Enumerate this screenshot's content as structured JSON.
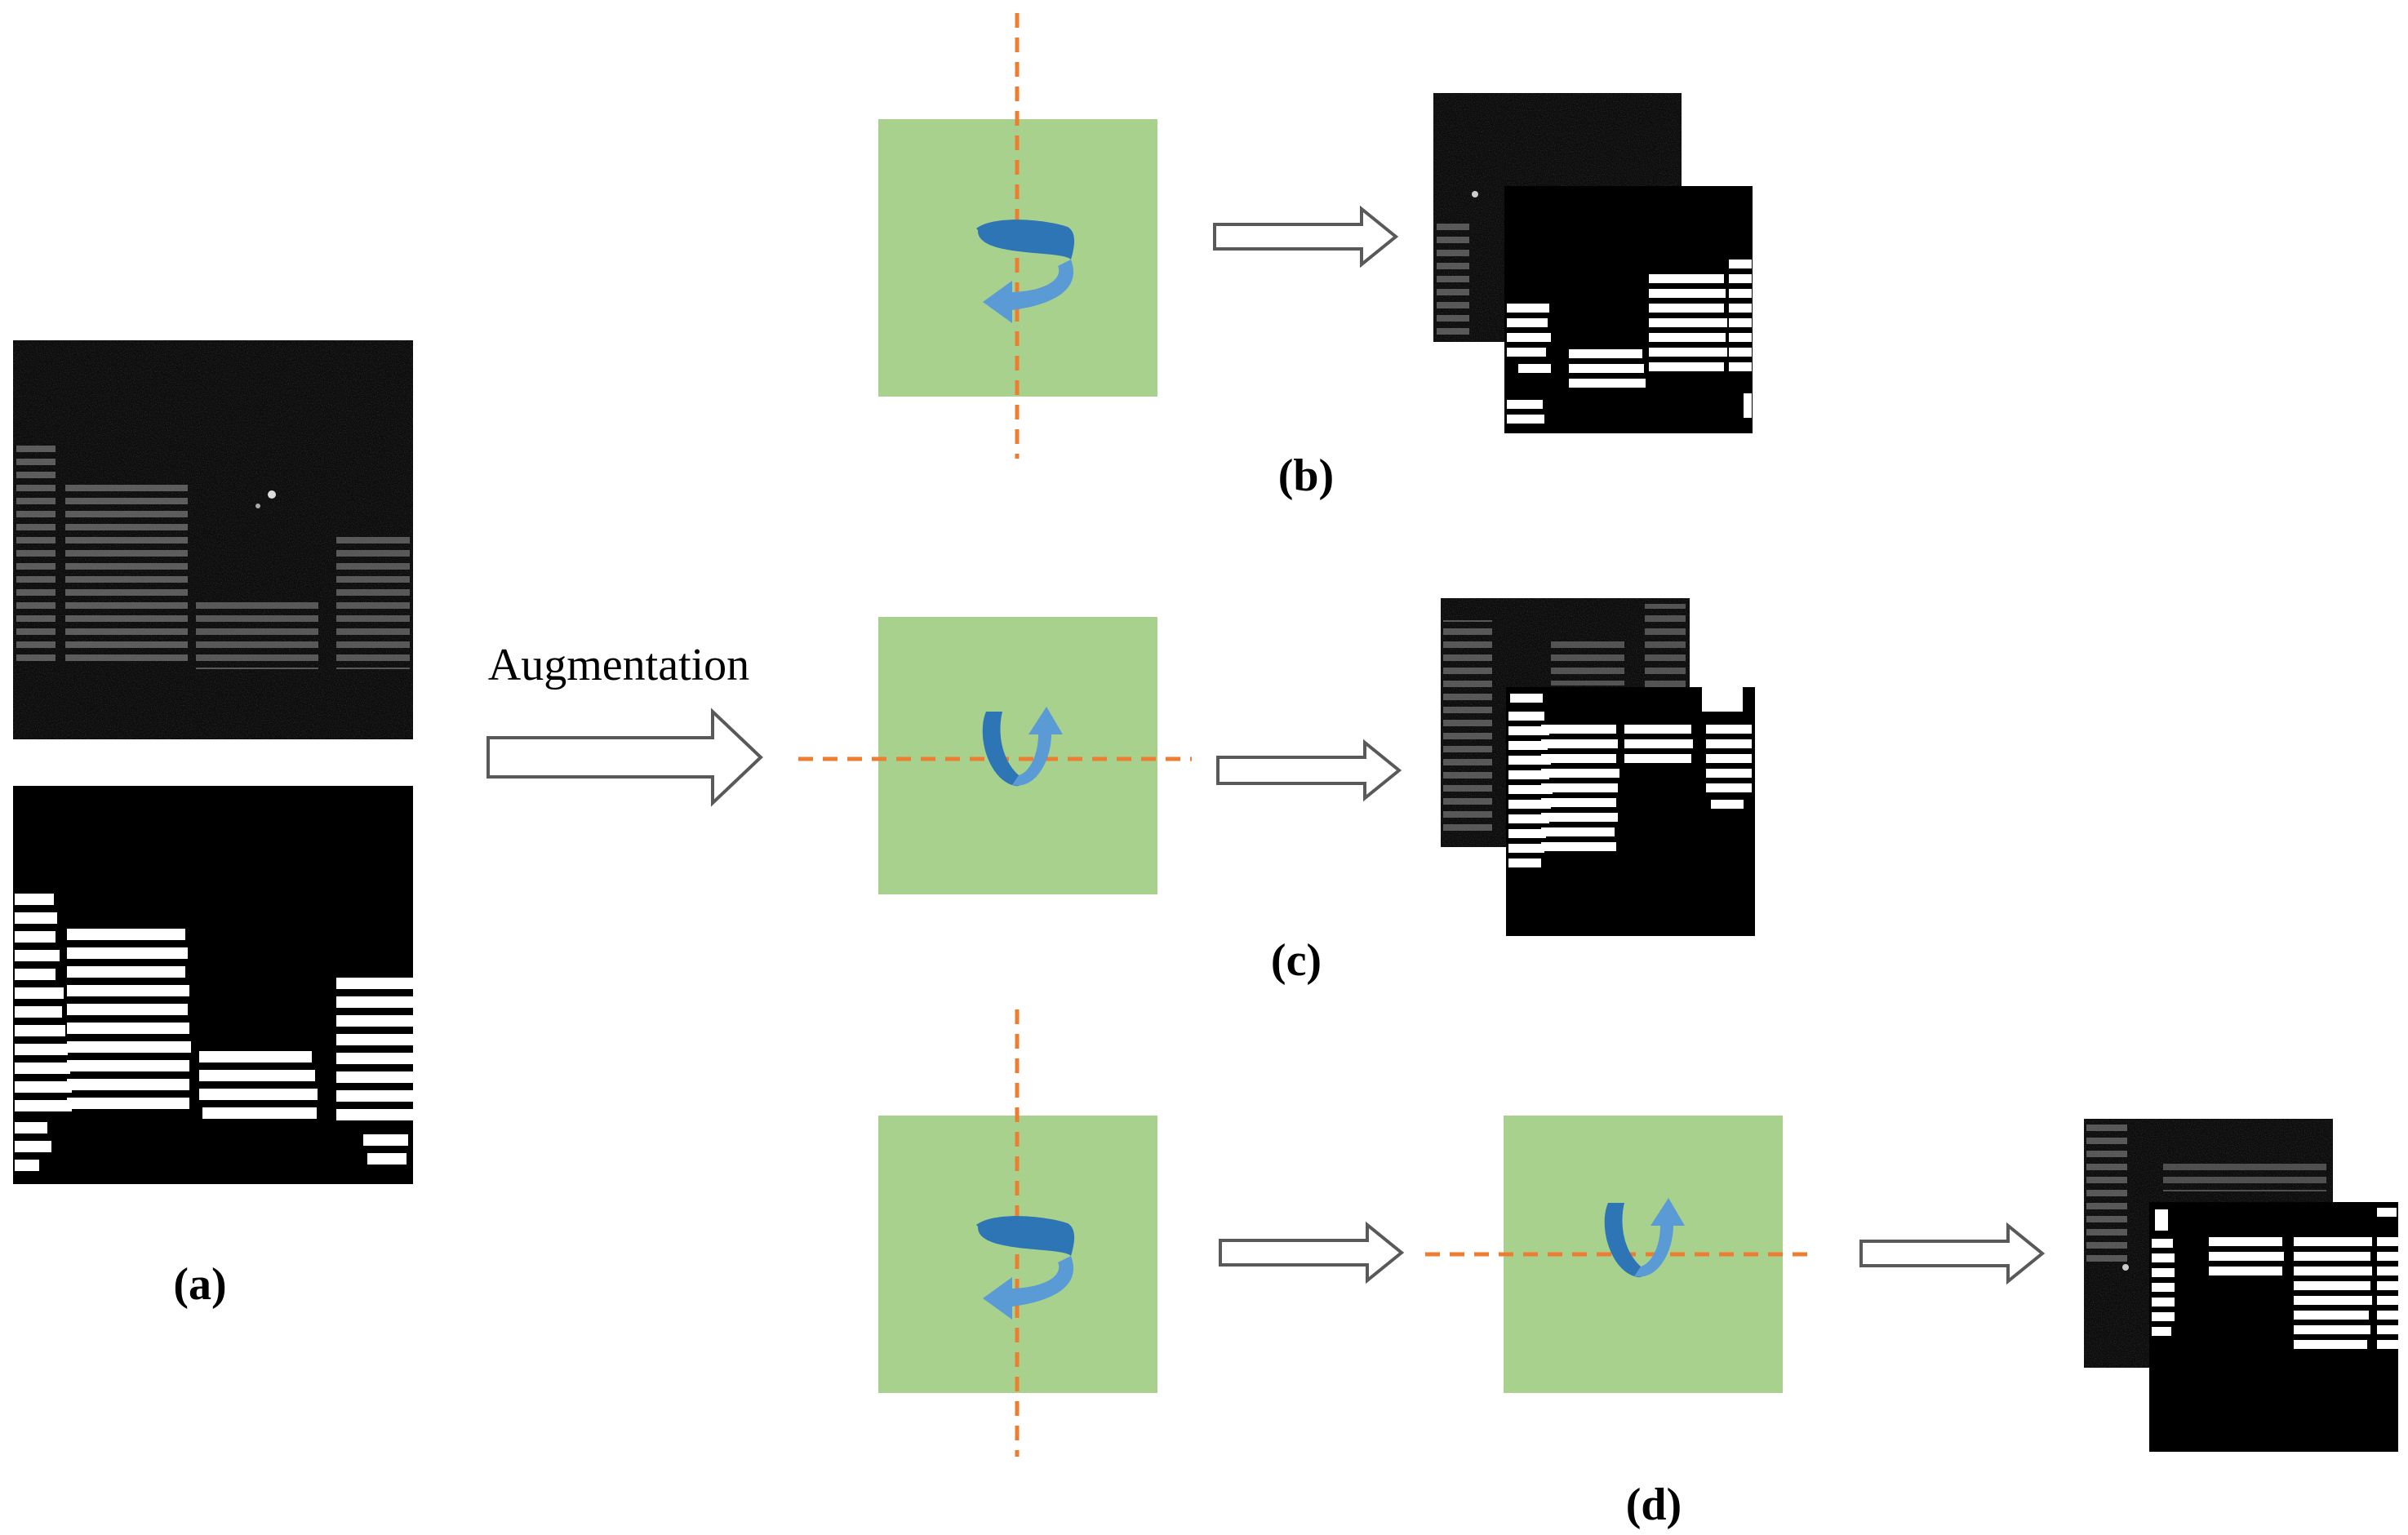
{
  "labels": {
    "augmentation": "Augmentation",
    "panel_a": "(a)",
    "panel_b": "(b)",
    "panel_c": "(c)",
    "panel_d": "(d)"
  },
  "colors": {
    "flip_square": "#a9d18e",
    "flip_axis": "#ed7d31",
    "rotation_arrow_dark": "#2e75b6",
    "rotation_arrow_light": "#5b9bd5",
    "block_arrow_outline": "#595959",
    "sar_image": "#0c0c0c",
    "mask_background": "#000000",
    "mask_foreground": "#ffffff"
  },
  "icons": {
    "vertical_axis_flip": "curved-rotation-arrow-horizontal-icon",
    "horizontal_axis_flip": "curved-rotation-arrow-vertical-icon",
    "transition": "hollow-block-arrow-icon"
  }
}
